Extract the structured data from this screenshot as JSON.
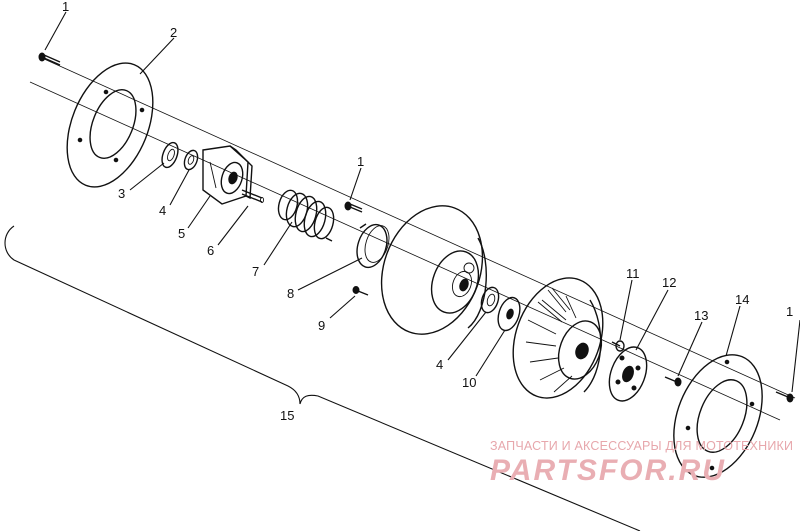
{
  "callouts": {
    "c1a": "1",
    "c2": "2",
    "c3": "3",
    "c4a": "4",
    "c5": "5",
    "c6": "6",
    "c7": "7",
    "c8": "8",
    "c1b": "1",
    "c9": "9",
    "c4b": "4",
    "c10": "10",
    "c11": "11",
    "c12": "12",
    "c13": "13",
    "c14": "14",
    "c1c": "1",
    "c15": "15"
  },
  "watermark": {
    "tagline": "ЗАПЧАСТИ И АКСЕССУАРЫ ДЛЯ МОТОТЕХНИКИ",
    "brand": "PARTSFOR.RU"
  },
  "colors": {
    "ink": "#111111",
    "watermark": "#e9aeb3",
    "background": "#ffffff"
  }
}
